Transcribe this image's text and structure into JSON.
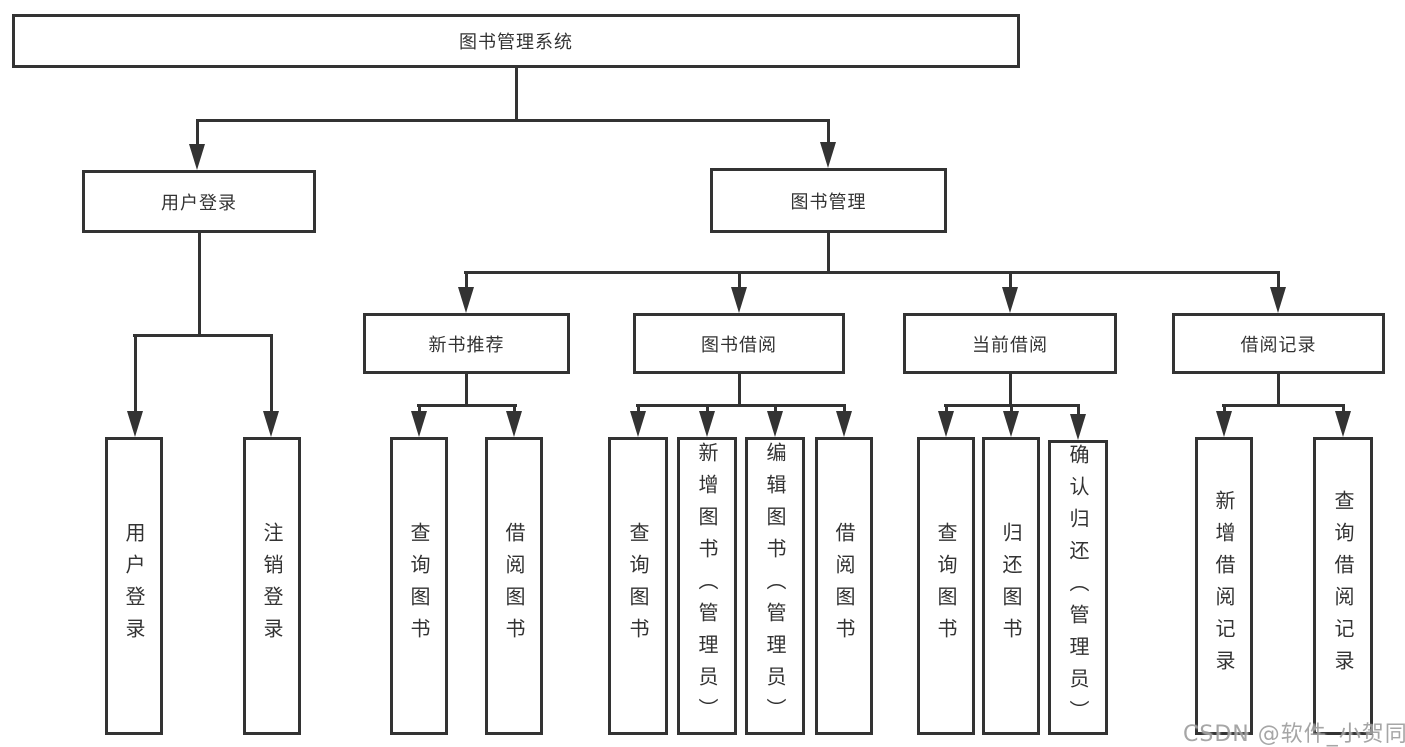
{
  "colors": {
    "line": "#333333",
    "text": "#333333",
    "background": "#ffffff",
    "watermark": "#969696"
  },
  "root": {
    "label": "图书管理系统"
  },
  "level2": [
    {
      "label": "用户登录"
    },
    {
      "label": "图书管理"
    }
  ],
  "level3": [
    {
      "label": "新书推荐"
    },
    {
      "label": "图书借阅"
    },
    {
      "label": "当前借阅"
    },
    {
      "label": "借阅记录"
    }
  ],
  "leaves": {
    "user_login": [
      {
        "label": "用户登录"
      },
      {
        "label": "注销登录"
      }
    ],
    "new_book": [
      {
        "label": "查询图书"
      },
      {
        "label": "借阅图书"
      }
    ],
    "borrow": [
      {
        "label": "查询图书"
      },
      {
        "label": "新增图书（管理员）"
      },
      {
        "label": "编辑图书（管理员）"
      },
      {
        "label": "借阅图书"
      }
    ],
    "current": [
      {
        "label": "查询图书"
      },
      {
        "label": "归还图书"
      },
      {
        "label": "确认归还（管理员）"
      }
    ],
    "records": [
      {
        "label": "新增借阅记录"
      },
      {
        "label": "查询借阅记录"
      }
    ]
  },
  "watermark": "CSDN @软件_小贺同学"
}
